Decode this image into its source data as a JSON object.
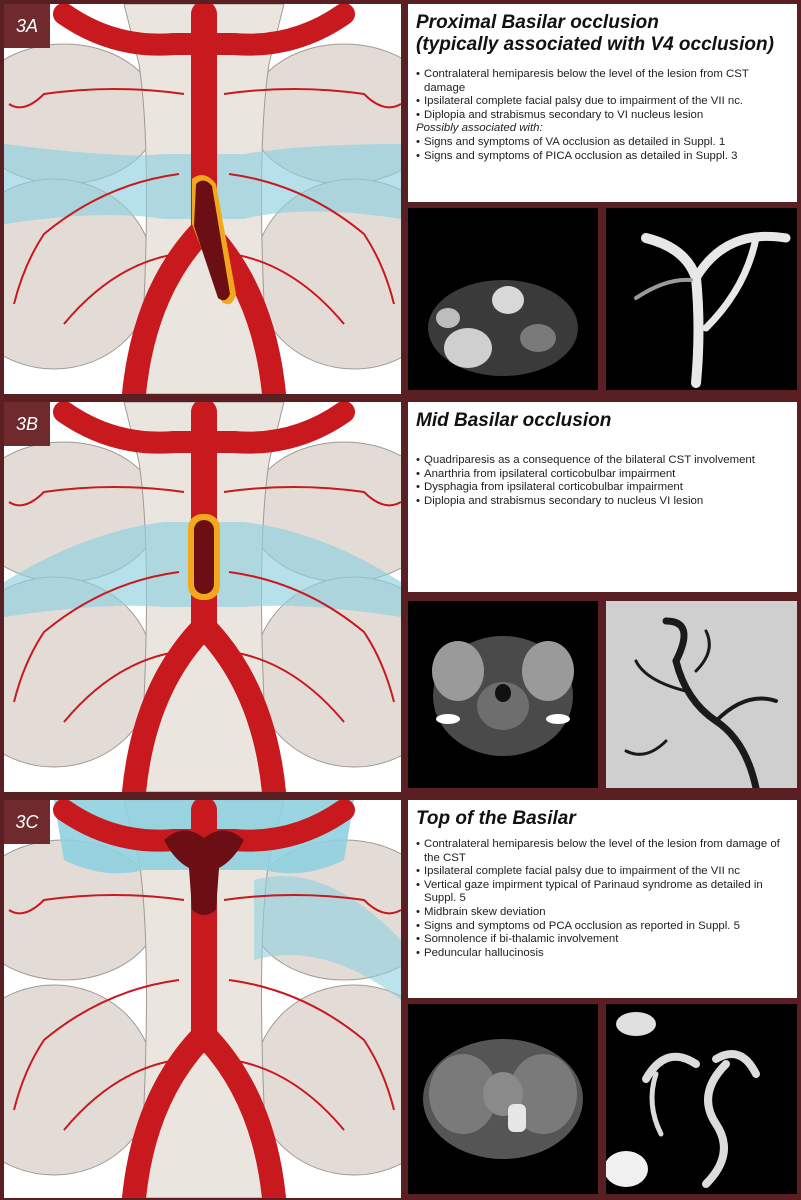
{
  "panels": [
    {
      "tag": "3A",
      "title": "Proximal Basilar occlusion",
      "subtitle": "(typically associated with V4 occlusion)",
      "bullets": [
        "Contralateral hemiparesis below the level of the lesion from CST damage",
        "Ipsilateral complete facial palsy due to impairment of the VII nc.",
        "Diplopia and strabismus secondary to VI nucleus lesion"
      ],
      "possibly_label": "Possibly associated with:",
      "extra_bullets": [
        "Signs and symptoms of VA occlusion as detailed in Suppl. 1",
        "Signs and symptoms of PICA occlusion as detailed in Suppl. 3"
      ]
    },
    {
      "tag": "3B",
      "title": "Mid Basilar occlusion",
      "bullets": [
        "Quadriparesis as a consequence of the bilateral CST involvement",
        "Anarthria from ipsilateral corticobulbar impairment",
        "Dysphagia from ipsilateral corticobulbar impairment",
        "Diplopia and strabismus secondary to nucleus VI lesion"
      ]
    },
    {
      "tag": "3C",
      "title": "Top of the Basilar",
      "bullets": [
        "Contralateral hemiparesis below the level of the lesion from damage of the CST",
        "Ipsilateral complete facial palsy due to impairment of the VII nc",
        "Vertical gaze impirment typical of Parinaud syndrome as detailed in Suppl. 5",
        "Midbrain skew deviation",
        "Signs and symptoms od PCA occlusion as reported in Suppl. 5",
        "Somnolence if bi-thalamic involvement",
        "Peduncular hallucinosis"
      ]
    }
  ],
  "colors": {
    "frame": "#5a1f22",
    "artery": "#c8191e",
    "occlusion": "#6b0f14",
    "ischemia": "#8fd0df",
    "clot_rim": "#f2a81d"
  }
}
